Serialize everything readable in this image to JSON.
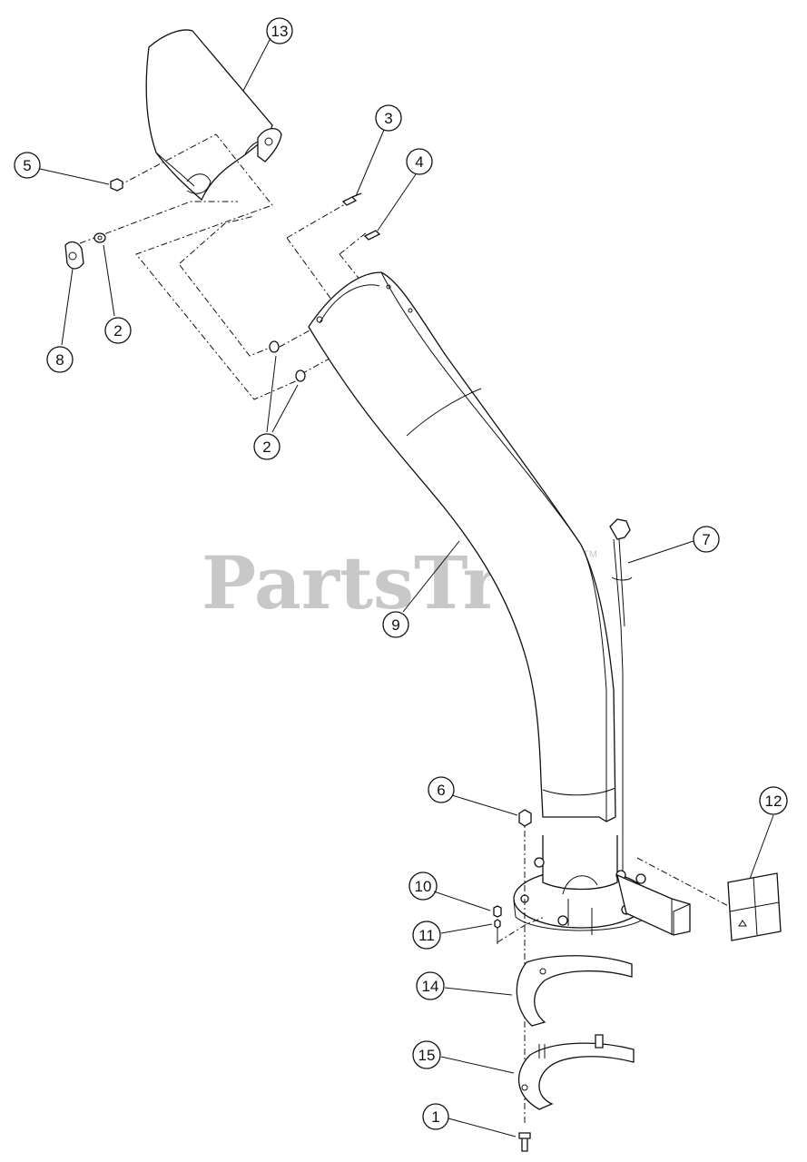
{
  "diagram": {
    "watermark": "PartsTree",
    "watermark_mark": "TM",
    "callouts": [
      {
        "id": "c13",
        "label": "13"
      },
      {
        "id": "c3",
        "label": "3"
      },
      {
        "id": "c4",
        "label": "4"
      },
      {
        "id": "c5",
        "label": "5"
      },
      {
        "id": "c8",
        "label": "8"
      },
      {
        "id": "c2a",
        "label": "2"
      },
      {
        "id": "c2b",
        "label": "2"
      },
      {
        "id": "c7",
        "label": "7"
      },
      {
        "id": "c9",
        "label": "9"
      },
      {
        "id": "c6",
        "label": "6"
      },
      {
        "id": "c12",
        "label": "12"
      },
      {
        "id": "c10",
        "label": "10"
      },
      {
        "id": "c11",
        "label": "11"
      },
      {
        "id": "c14",
        "label": "14"
      },
      {
        "id": "c15",
        "label": "15"
      },
      {
        "id": "c1",
        "label": "1"
      }
    ]
  }
}
